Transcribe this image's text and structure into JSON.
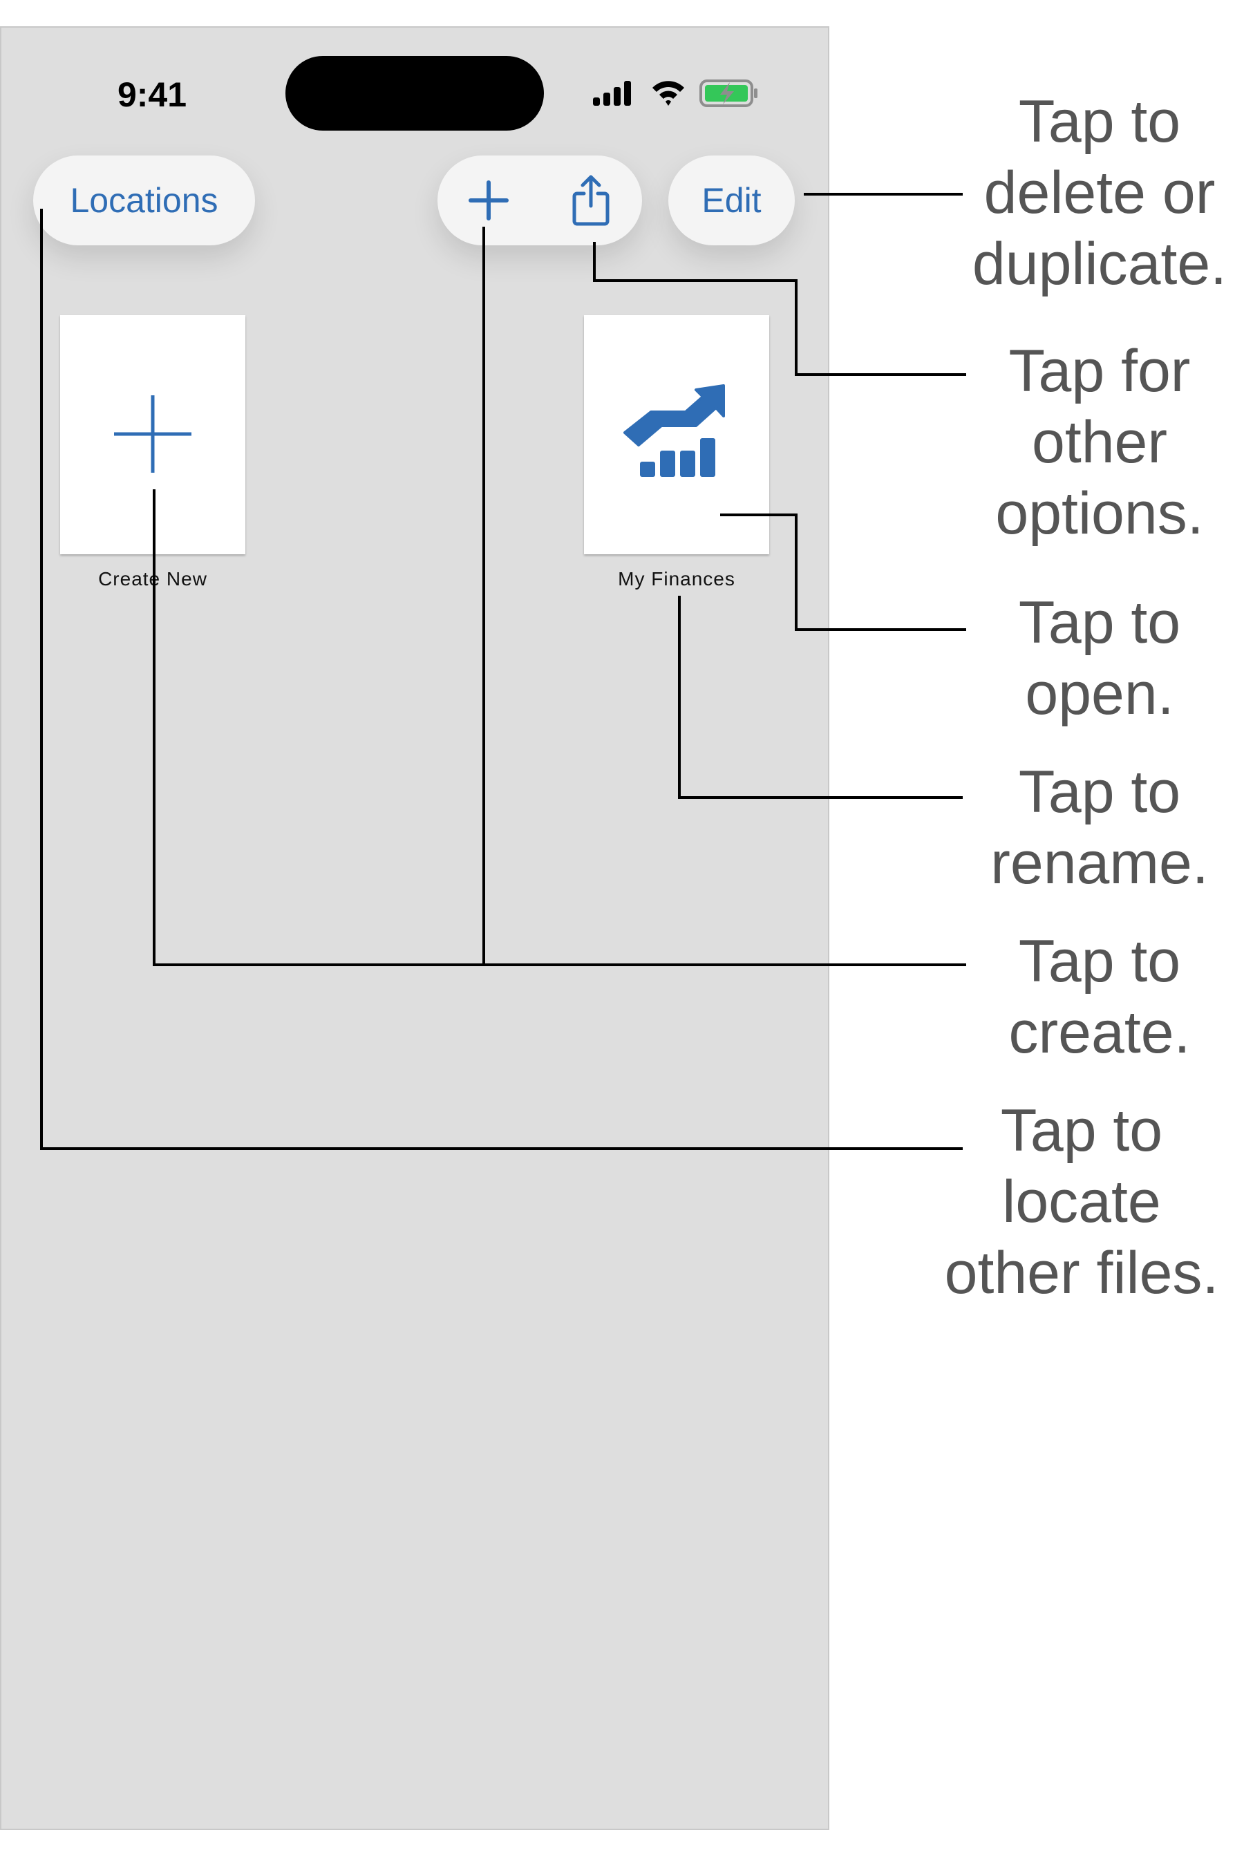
{
  "status_bar": {
    "time": "9:41",
    "icons": [
      "cellular-signal-icon",
      "wifi-icon",
      "battery-charging-icon"
    ],
    "battery_color": "#34c759"
  },
  "toolbar": {
    "locations_label": "Locations",
    "add_icon": "plus-icon",
    "share_icon": "share-icon",
    "edit_label": "Edit",
    "accent_color": "#2f6db5"
  },
  "files": [
    {
      "name": "Create New",
      "icon": "plus-icon"
    },
    {
      "name": "My Finances",
      "icon": "finance-chart-icon"
    }
  ],
  "callouts": [
    {
      "text": "Tap to\ndelete or\nduplicate.",
      "target": "edit-button"
    },
    {
      "text": "Tap for\nother\noptions.",
      "target": "share-button"
    },
    {
      "text": "Tap to\nopen.",
      "target": "my-finances-thumbnail"
    },
    {
      "text": "Tap to\nrename.",
      "target": "my-finances-name"
    },
    {
      "text": "Tap to\ncreate.",
      "target": "create-new / add-button"
    },
    {
      "text": "Tap to\nlocate\nother files.",
      "target": "locations-button"
    }
  ]
}
